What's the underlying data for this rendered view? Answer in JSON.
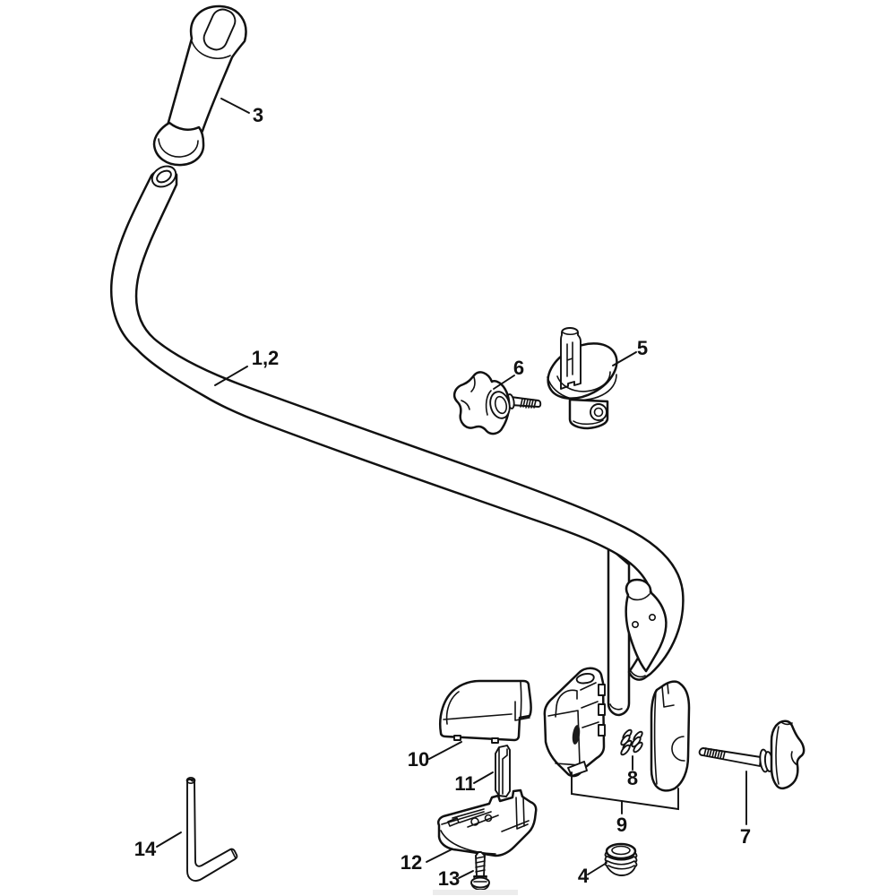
{
  "diagram": {
    "kind": "exploded-parts-diagram",
    "background": "#ffffff",
    "line_color": "#111111",
    "watermark_color": "#ececec",
    "callouts": [
      {
        "label": "1,2",
        "part": "handlebar-tube"
      },
      {
        "label": "3",
        "part": "handle-grip"
      },
      {
        "label": "4",
        "part": "threaded-plug"
      },
      {
        "label": "5",
        "part": "clamp-housing"
      },
      {
        "label": "6",
        "part": "star-knob-screw"
      },
      {
        "label": "7",
        "part": "wing-knob-bolt"
      },
      {
        "label": "8",
        "part": "springs"
      },
      {
        "label": "9",
        "part": "clamp-bracket-assembly"
      },
      {
        "label": "10",
        "part": "cover-cap"
      },
      {
        "label": "11",
        "part": "insert-block"
      },
      {
        "label": "12",
        "part": "lower-bracket"
      },
      {
        "label": "13",
        "part": "screw"
      },
      {
        "label": "14",
        "part": "hex-wrench"
      }
    ]
  }
}
